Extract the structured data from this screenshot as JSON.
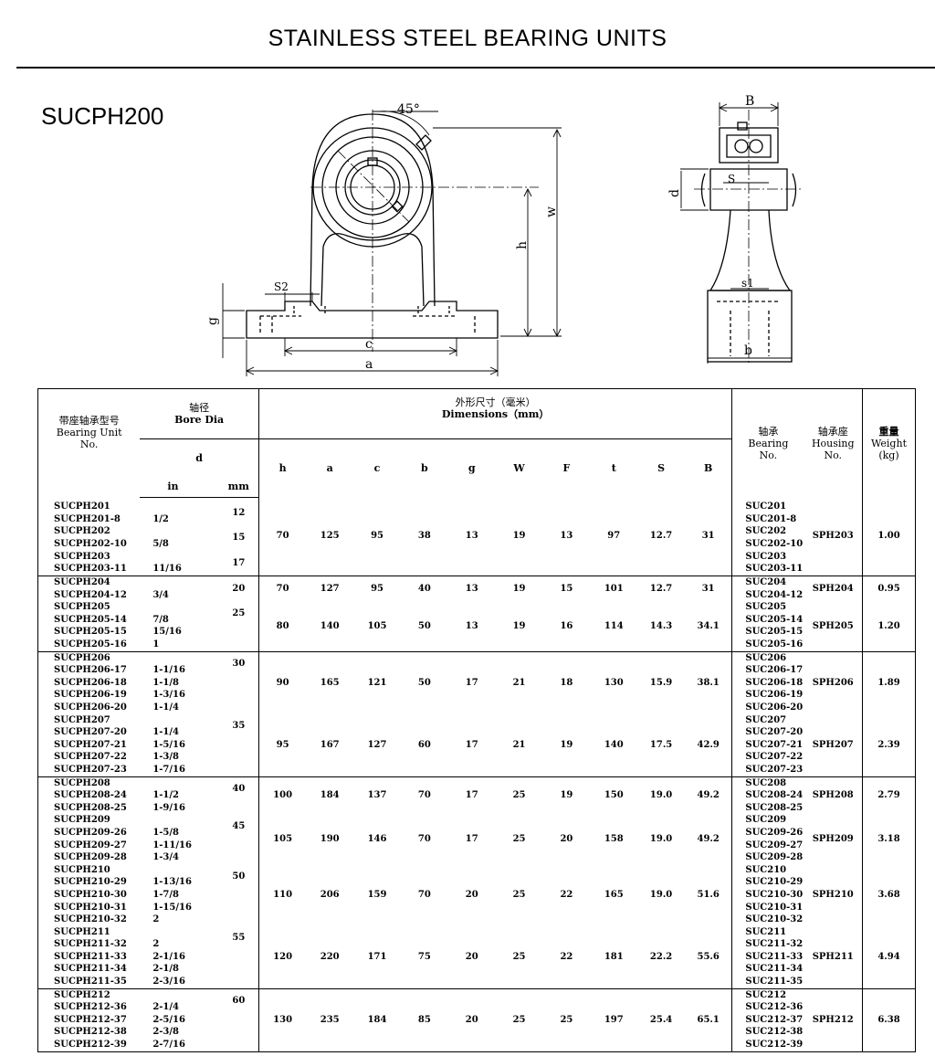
{
  "header": {
    "title": "STAINLESS STEEL BEARING UNITS"
  },
  "model": "SUCPH200",
  "drawing": {
    "labels": {
      "angle": "45°",
      "w": "w",
      "h": "h",
      "g": "g",
      "s2": "S2",
      "c": "c",
      "a": "a",
      "B": "B",
      "S": "S",
      "d": "d",
      "s1": "s1",
      "b": "b"
    }
  },
  "table": {
    "headers": {
      "unit_cn": "带座轴承型号",
      "unit_en1": "Bearing Unit",
      "unit_en2": "No.",
      "bore_cn": "轴径",
      "bore_en": "Bore Dia",
      "bore_d": "d",
      "bore_in": "in",
      "bore_mm": "mm",
      "dims_cn": "外形尺寸（毫米）",
      "dims_en": "Dimensions（mm）",
      "cols": [
        "h",
        "a",
        "c",
        "b",
        "g",
        "W",
        "F",
        "t",
        "S",
        "B"
      ],
      "bearing_cn": "轴承",
      "bearing_en1": "Bearing",
      "bearing_en2": "No.",
      "housing_cn": "轴承座",
      "housing_en1": "Housing",
      "housing_en2": "No.",
      "weight_cn": "重量",
      "weight_en1": "Weight",
      "weight_en2": "(kg)"
    },
    "groups": [
      {
        "units": "SUCPH201\nSUCPH201-8\nSUCPH202\nSUCPH202-10\nSUCPH203\nSUCPH203-11",
        "inch": "\n1/2\n\n5/8\n\n11/16",
        "mm": "12\n\n15\n\n17\n",
        "h": "70",
        "a": "125",
        "c": "95",
        "b": "38",
        "g": "13",
        "W": "19",
        "F": "13",
        "t": "97",
        "S": "12.7",
        "B": "31",
        "bearings": "SUC201\nSUC201-8\nSUC202\nSUC202-10\nSUC203\nSUC203-11",
        "housing": "SPH203",
        "weight": "1.00"
      },
      {
        "units": "SUCPH204\nSUCPH204-12",
        "inch": "\n3/4",
        "mm": "20\n",
        "h": "70",
        "a": "127",
        "c": "95",
        "b": "40",
        "g": "13",
        "W": "19",
        "F": "15",
        "t": "101",
        "S": "12.7",
        "B": "31",
        "bearings": "SUC204\nSUC204-12",
        "housing": "SPH204",
        "weight": "0.95"
      },
      {
        "units": "SUCPH205\nSUCPH205-14\nSUCPH205-15\nSUCPH205-16",
        "inch": "\n7/8\n15/16\n1",
        "mm": "25\n\n\n",
        "h": "80",
        "a": "140",
        "c": "105",
        "b": "50",
        "g": "13",
        "W": "19",
        "F": "16",
        "t": "114",
        "S": "14.3",
        "B": "34.1",
        "bearings": "SUC205\nSUC205-14\nSUC205-15\nSUC205-16",
        "housing": "SPH205",
        "weight": "1.20"
      },
      {
        "units": "SUCPH206\nSUCPH206-17\nSUCPH206-18\nSUCPH206-19\nSUCPH206-20",
        "inch": "\n1-1/16\n1-1/8\n1-3/16\n1-1/4",
        "mm": "30\n\n\n\n",
        "h": "90",
        "a": "165",
        "c": "121",
        "b": "50",
        "g": "17",
        "W": "21",
        "F": "18",
        "t": "130",
        "S": "15.9",
        "B": "38.1",
        "bearings": "SUC206\nSUC206-17\nSUC206-18\nSUC206-19\nSUC206-20",
        "housing": "SPH206",
        "weight": "1.89"
      },
      {
        "units": "SUCPH207\nSUCPH207-20\nSUCPH207-21\nSUCPH207-22\nSUCPH207-23",
        "inch": "\n1-1/4\n1-5/16\n1-3/8\n1-7/16",
        "mm": "35\n\n\n\n",
        "h": "95",
        "a": "167",
        "c": "127",
        "b": "60",
        "g": "17",
        "W": "21",
        "F": "19",
        "t": "140",
        "S": "17.5",
        "B": "42.9",
        "bearings": "SUC207\nSUC207-20\nSUC207-21\nSUC207-22\nSUC207-23",
        "housing": "SPH207",
        "weight": "2.39"
      },
      {
        "units": "SUCPH208\nSUCPH208-24\nSUCPH208-25",
        "inch": "\n1-1/2\n1-9/16",
        "mm": "40\n\n",
        "h": "100",
        "a": "184",
        "c": "137",
        "b": "70",
        "g": "17",
        "W": "25",
        "F": "19",
        "t": "150",
        "S": "19.0",
        "B": "49.2",
        "bearings": "SUC208\nSUC208-24\nSUC208-25",
        "housing": "SPH208",
        "weight": "2.79"
      },
      {
        "units": "SUCPH209\nSUCPH209-26\nSUCPH209-27\nSUCPH209-28",
        "inch": "\n1-5/8\n1-11/16\n1-3/4",
        "mm": "45\n\n\n",
        "h": "105",
        "a": "190",
        "c": "146",
        "b": "70",
        "g": "17",
        "W": "25",
        "F": "20",
        "t": "158",
        "S": "19.0",
        "B": "49.2",
        "bearings": "SUC209\nSUC209-26\nSUC209-27\nSUC209-28",
        "housing": "SPH209",
        "weight": "3.18"
      },
      {
        "units": "SUCPH210\nSUCPH210-29\nSUCPH210-30\nSUCPH210-31\nSUCPH210-32",
        "inch": "\n1-13/16\n1-7/8\n1-15/16\n2",
        "mm": "50\n\n\n\n",
        "h": "110",
        "a": "206",
        "c": "159",
        "b": "70",
        "g": "20",
        "W": "25",
        "F": "22",
        "t": "165",
        "S": "19.0",
        "B": "51.6",
        "bearings": "SUC210\nSUC210-29\nSUC210-30\nSUC210-31\nSUC210-32",
        "housing": "SPH210",
        "weight": "3.68"
      },
      {
        "units": "SUCPH211\nSUCPH211-32\nSUCPH211-33\nSUCPH211-34\nSUCPH211-35",
        "inch": "\n2\n2-1/16\n2-1/8\n2-3/16",
        "mm": "55\n\n\n\n",
        "h": "120",
        "a": "220",
        "c": "171",
        "b": "75",
        "g": "20",
        "W": "25",
        "F": "22",
        "t": "181",
        "S": "22.2",
        "B": "55.6",
        "bearings": "SUC211\nSUC211-32\nSUC211-33\nSUC211-34\nSUC211-35",
        "housing": "SPH211",
        "weight": "4.94"
      },
      {
        "units": "SUCPH212\nSUCPH212-36\nSUCPH212-37\nSUCPH212-38\nSUCPH212-39",
        "inch": "\n2-1/4\n2-5/16\n2-3/8\n2-7/16",
        "mm": "60\n\n\n\n",
        "h": "130",
        "a": "235",
        "c": "184",
        "b": "85",
        "g": "20",
        "W": "25",
        "F": "25",
        "t": "197",
        "S": "25.4",
        "B": "65.1",
        "bearings": "SUC212\nSUC212-36\nSUC212-37\nSUC212-38\nSUC212-39",
        "housing": "SPH212",
        "weight": "6.38"
      }
    ]
  }
}
